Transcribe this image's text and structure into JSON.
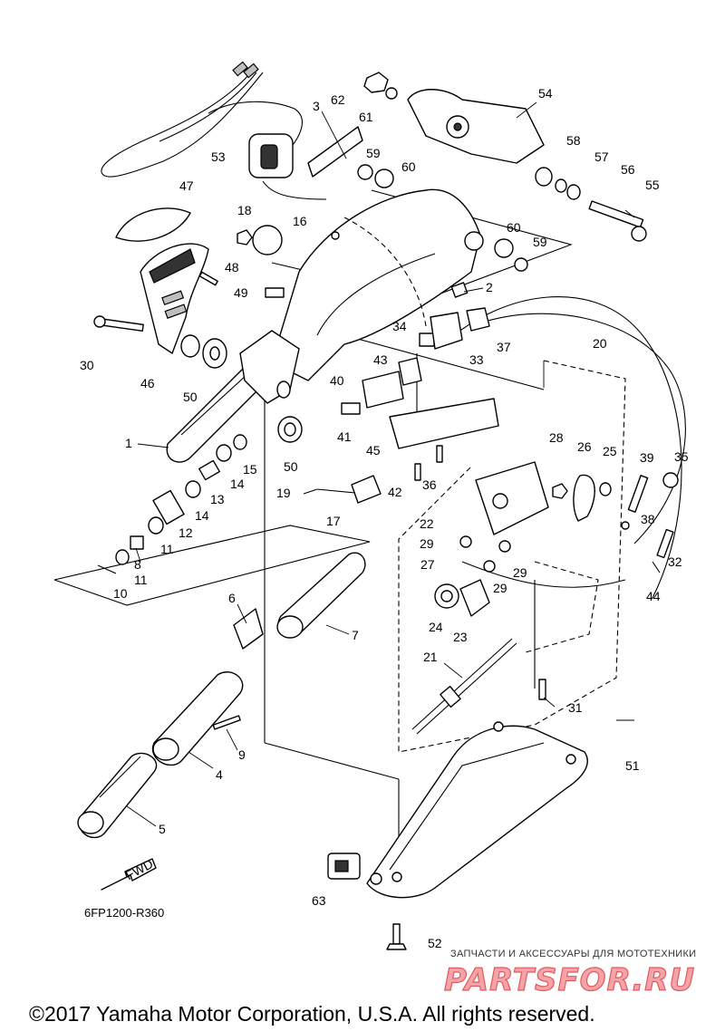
{
  "diagram": {
    "drawing_code": "6FP1200-R360",
    "copyright": "©2017 Yamaha Motor Corporation, U.S.A. All rights reserved.",
    "fwd_label": "FWD",
    "watermark": {
      "caption": "ЗАПЧАСТИ И АКСЕССУАРЫ ДЛЯ МОТОТЕХНИКИ",
      "logo": "PARTSFOR.RU"
    },
    "callouts": [
      "1",
      "2",
      "3",
      "4",
      "5",
      "6",
      "7",
      "8",
      "9",
      "10",
      "11",
      "11",
      "12",
      "13",
      "14",
      "14",
      "15",
      "16",
      "17",
      "18",
      "19",
      "20",
      "21",
      "22",
      "23",
      "24",
      "25",
      "26",
      "27",
      "28",
      "29",
      "29",
      "29",
      "30",
      "31",
      "32",
      "33",
      "34",
      "35",
      "36",
      "37",
      "38",
      "39",
      "40",
      "41",
      "42",
      "43",
      "44",
      "45",
      "46",
      "47",
      "48",
      "49",
      "50",
      "50",
      "51",
      "52",
      "53",
      "54",
      "55",
      "56",
      "57",
      "58",
      "59",
      "59",
      "60",
      "60",
      "61",
      "62",
      "63"
    ]
  }
}
